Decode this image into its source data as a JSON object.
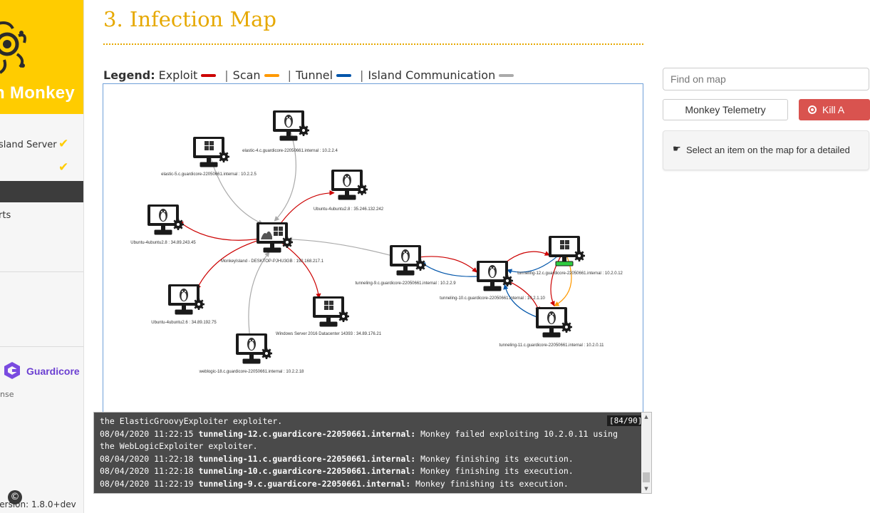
{
  "sidebar": {
    "brand": "n Monkey",
    "items": [
      {
        "label": "sland Server",
        "done": true
      },
      {
        "label": "",
        "done": true
      },
      {
        "label": "",
        "active": true
      },
      {
        "label": "rts"
      }
    ],
    "check_glyph": "✔",
    "partner": "Guardicore",
    "license": "nse",
    "copyright_glyph": "©",
    "version": "Version: 1.8.0+dev"
  },
  "page": {
    "title": "3. Infection Map"
  },
  "legend": {
    "title": "Legend:",
    "items": [
      {
        "label": "Exploit",
        "color": "#cc0000"
      },
      {
        "label": "Scan",
        "color": "#ff9900"
      },
      {
        "label": "Tunnel",
        "color": "#0055aa"
      },
      {
        "label": "Island Communication",
        "color": "#aaaaaa"
      }
    ]
  },
  "map": {
    "nodes": [
      {
        "os": "linux",
        "label": "elastic-4.c.guardicore-22050661.internal : 10.2.2.4"
      },
      {
        "os": "windows",
        "label": "elastic-5.c.guardicore-22050661.internal : 10.2.2.5"
      },
      {
        "os": "linux",
        "label": "Ubuntu-4ubuntu2.8 : 35.246.132.242"
      },
      {
        "os": "linux",
        "label": "Ubuntu-4ubuntu2.8 : 34.89.243.45"
      },
      {
        "os": "island",
        "label": "MonkeyIsland - DESKTOP-PJHU3GB : 192.168.217.1"
      },
      {
        "os": "linux",
        "label": "Ubuntu-4ubuntu2.6 : 34.89.192.75"
      },
      {
        "os": "windows",
        "label": "Windows Server 2016 Datacenter 14393 : 34.89.176.21"
      },
      {
        "os": "linux",
        "label": "weblogic-18.c.guardicore-22050661.internal : 10.2.2.18"
      },
      {
        "os": "linux",
        "label": "tunneling-9.c.guardicore-22050661.internal : 10.2.2.9"
      },
      {
        "os": "linux",
        "label": "tunneling-10.c.guardicore-22050661.internal : 10.2.1.10"
      },
      {
        "os": "windows",
        "label": "tunneling-12.c.guardicore-22050661.internal : 10.2.0.12"
      },
      {
        "os": "linux",
        "label": "tunneling-11.c.guardicore-22050661.internal : 10.2.0.11"
      }
    ]
  },
  "log": {
    "counter": "[84/90]",
    "lines": [
      {
        "ts": "",
        "host": "",
        "msg": "the ElasticGroovyExploiter exploiter."
      },
      {
        "ts": "08/04/2020 11:22:15",
        "host": "tunneling-12.c.guardicore-22050661.internal:",
        "msg": "Monkey failed exploiting 10.2.0.11 using"
      },
      {
        "ts": "",
        "host": "",
        "msg": "the WebLogicExploiter exploiter."
      },
      {
        "ts": "08/04/2020 11:22:18",
        "host": "tunneling-11.c.guardicore-22050661.internal:",
        "msg": "Monkey finishing its execution."
      },
      {
        "ts": "08/04/2020 11:22:18",
        "host": "tunneling-10.c.guardicore-22050661.internal:",
        "msg": "Monkey finishing its execution."
      },
      {
        "ts": "08/04/2020 11:22:19",
        "host": "tunneling-9.c.guardicore-22050661.internal:",
        "msg": "Monkey finishing its execution."
      }
    ]
  },
  "panel": {
    "search_placeholder": "Find on map",
    "telemetry_button": "Monkey Telemetry",
    "kill_button": "Kill A",
    "info_text": "Select an item on the map for a detailed",
    "info_icon_glyph": "☛"
  }
}
